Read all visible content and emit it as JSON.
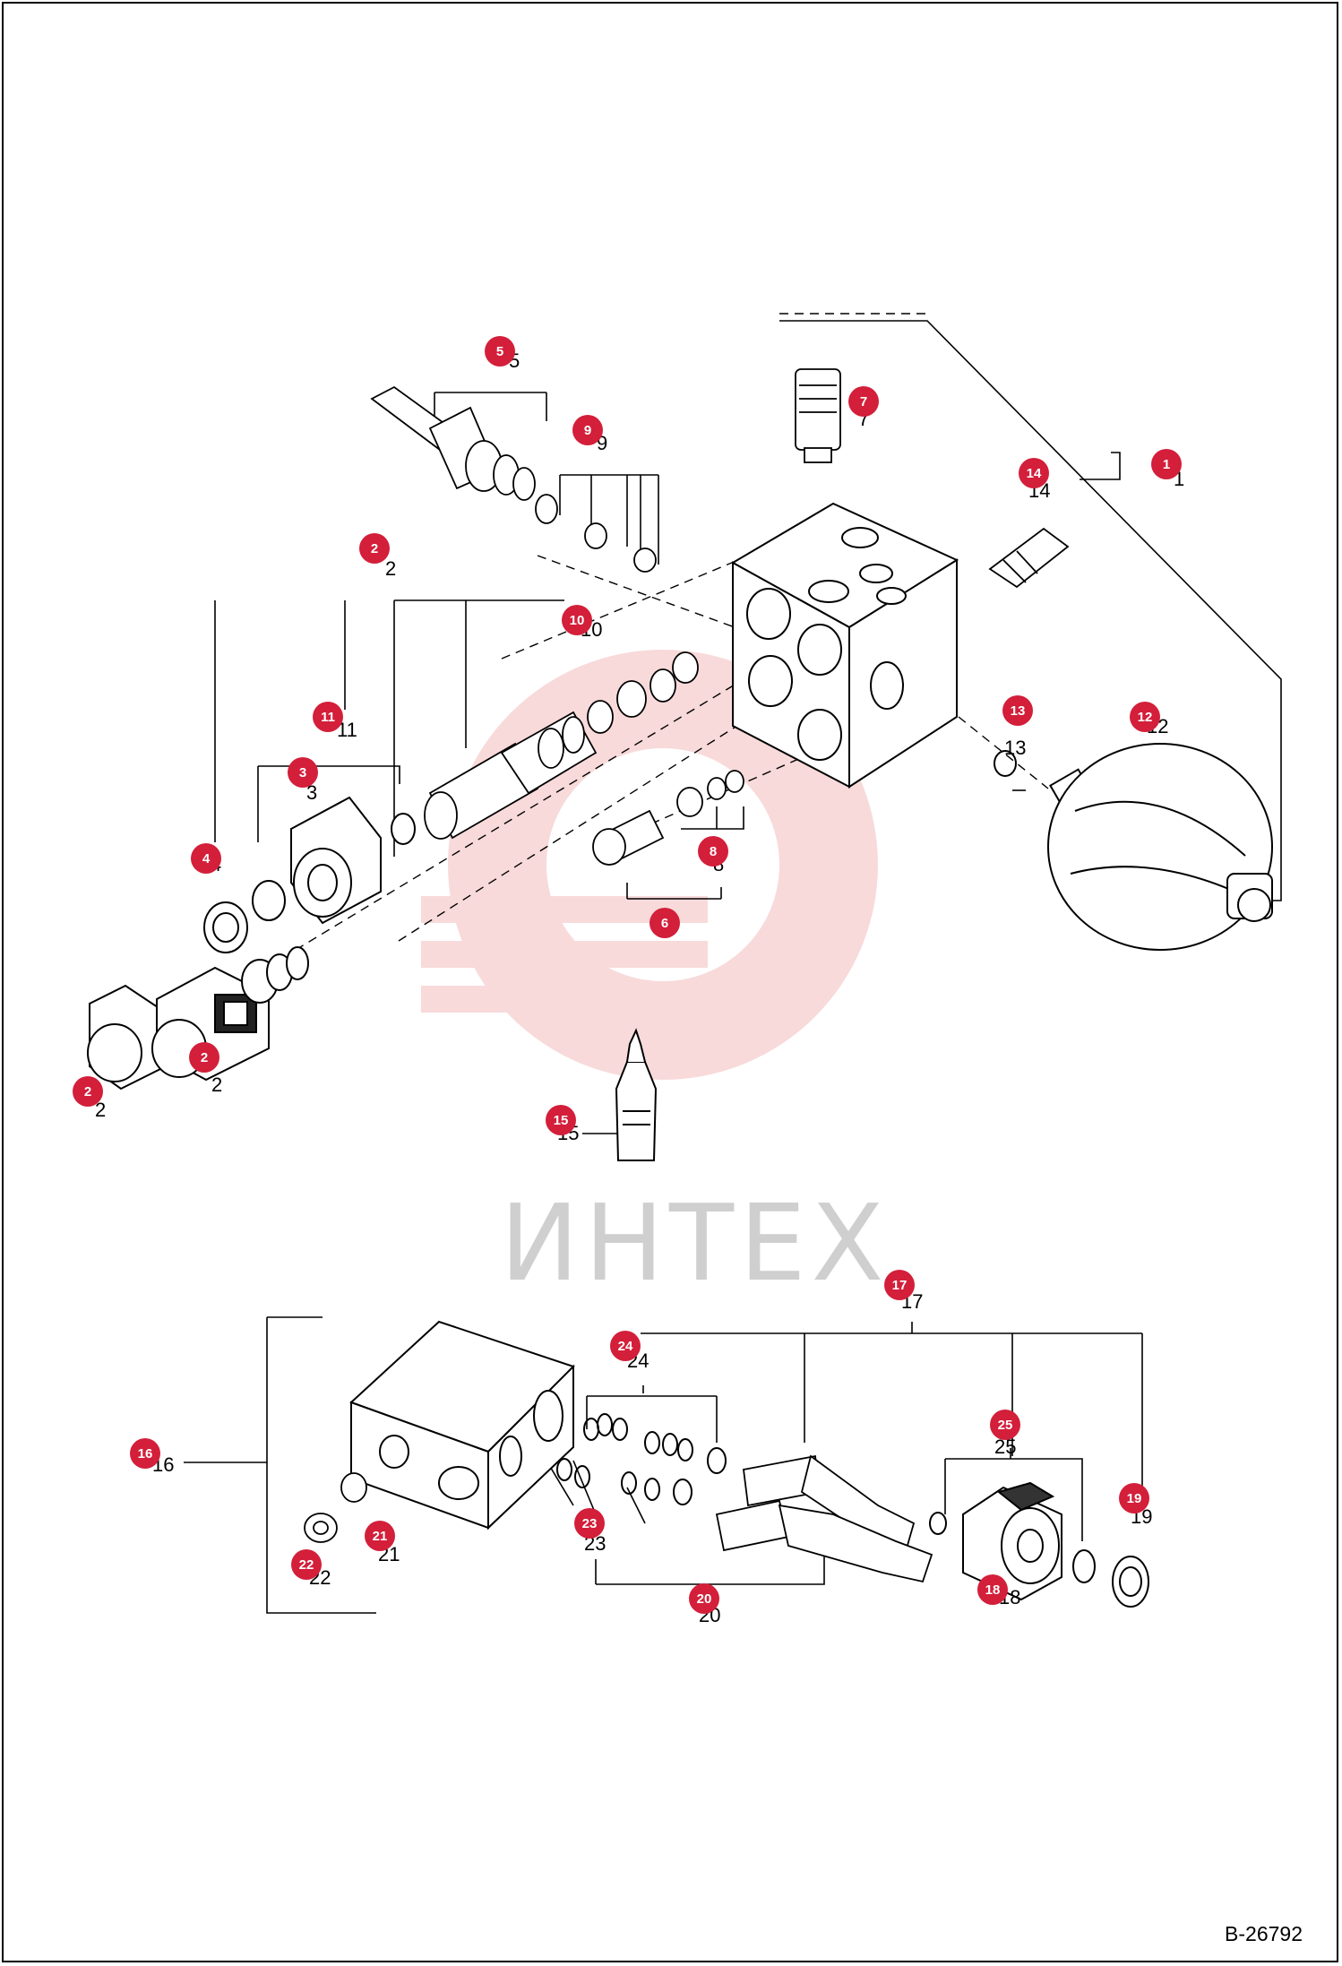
{
  "diagram_id": "B-26792",
  "watermark": {
    "text": "ИНТЕХ"
  },
  "colors": {
    "callout": "#d31f3a",
    "watermark": "#f2b4b4",
    "line": "#000000"
  },
  "callouts": [
    "1",
    "2",
    "2",
    "2",
    "3",
    "4",
    "5",
    "6",
    "7",
    "8",
    "9",
    "10",
    "11",
    "12",
    "13",
    "14",
    "15",
    "16",
    "17",
    "18",
    "19",
    "20",
    "21",
    "22",
    "23",
    "24",
    "25"
  ],
  "part_numbers": [
    "1",
    "2",
    "2",
    "2",
    "3",
    "4",
    "5",
    "6",
    "7",
    "8",
    "9",
    "10",
    "11",
    "12",
    "13",
    "14",
    "15",
    "16",
    "17",
    "18",
    "19",
    "20",
    "21",
    "22",
    "23",
    "24",
    "25"
  ]
}
